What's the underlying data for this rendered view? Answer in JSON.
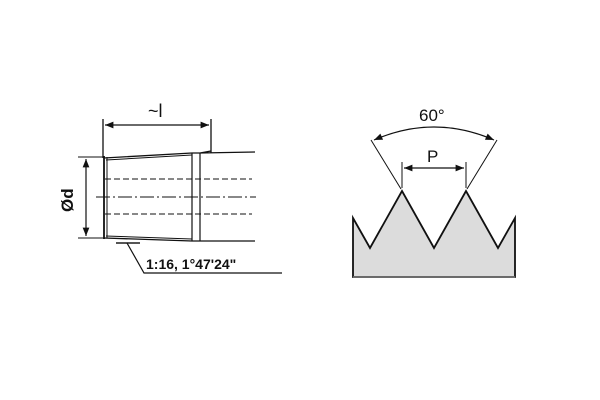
{
  "taper_view": {
    "length_label": "~l",
    "diameter_label": "Ød",
    "taper_label": "1:16, 1°47'24\""
  },
  "thread_profile": {
    "angle_label": "60°",
    "pitch_label": "P",
    "fill_color": "#dcdcdc",
    "stroke_color": "#111111"
  }
}
